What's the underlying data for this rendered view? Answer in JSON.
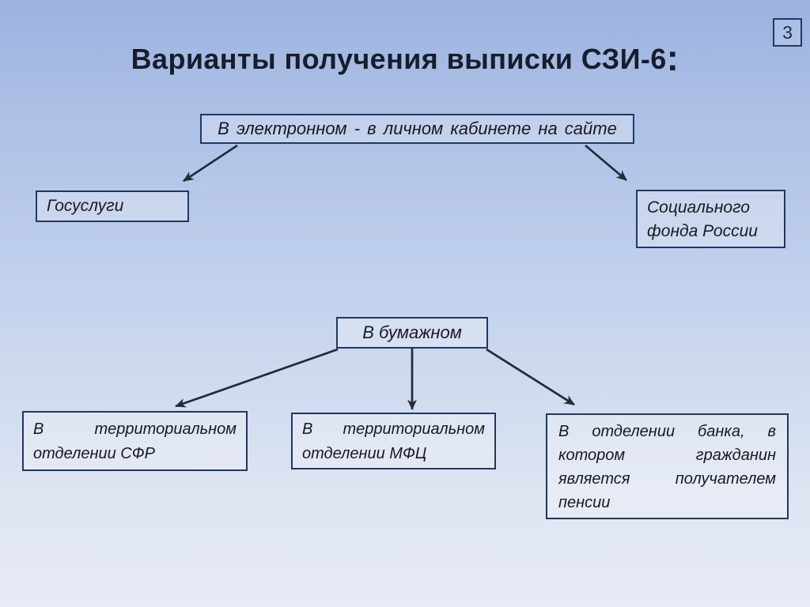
{
  "slide": {
    "number": "3",
    "title": "Варианты получения выписки СЗИ-6",
    "colon": ":"
  },
  "diagram": {
    "electronic": {
      "label": "В электронном - в личном кабинете на сайте",
      "children": [
        {
          "label": "Госуслуги"
        },
        {
          "label": "Социального фонда России",
          "lines": [
            "Социального",
            "фонда России"
          ]
        }
      ]
    },
    "paper": {
      "label": "В бумажном",
      "children": [
        {
          "label": "В территориальном отделении СФР",
          "lines": [
            "В территориальном",
            "отделении СФР"
          ]
        },
        {
          "label": "В территориальном отделении МФЦ",
          "lines": [
            "В территориальном",
            "отделении МФЦ"
          ]
        },
        {
          "label": "В отделении банка, в котором гражданин является получателем пенсии",
          "lines": [
            "В отделении банка, в",
            "котором гражданин",
            "является получателем",
            "пенсии"
          ]
        }
      ]
    }
  },
  "colors": {
    "background_top": "#9bb2e0",
    "background_bottom": "#e7ebf6",
    "box_border": "#1f3864",
    "box_fill_overlay": "rgba(255,255,255,0.26)",
    "arrow": "#232a38",
    "text": "#171a22",
    "title_text": "#171e2b"
  }
}
